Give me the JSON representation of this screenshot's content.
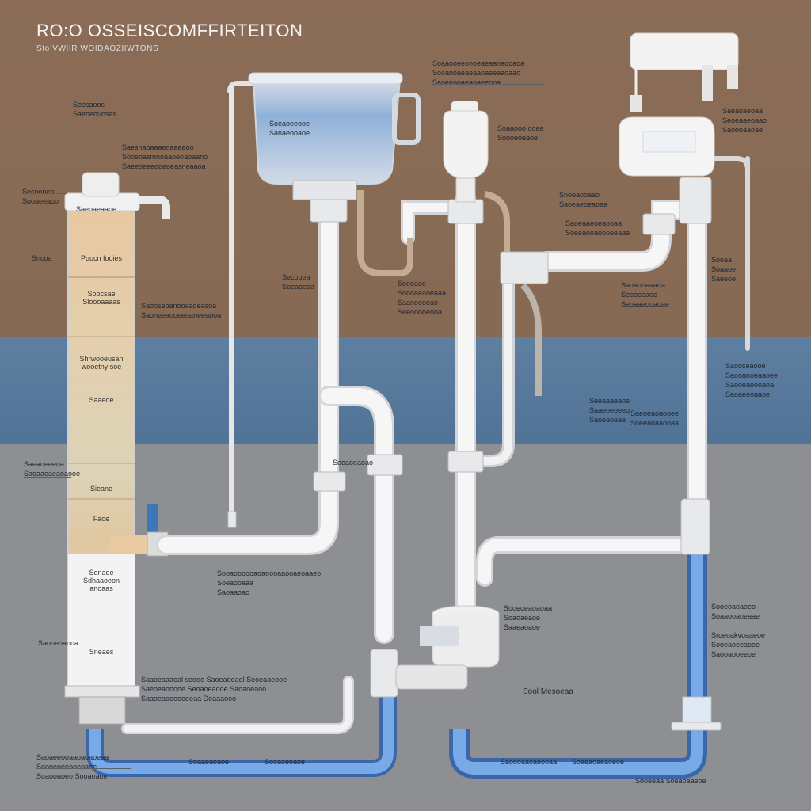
{
  "title": "RO:O OSSEISCOMFFIRTEITON",
  "subtitle": "Sto VWIIR WOIDAOZIIWTONS",
  "column_layers": [
    "Poocn Iooies",
    "Soocsae Sloooaaaas",
    "Shrwooeusan wooetny soe",
    "Saaeoe",
    "Sieane",
    "Faoe",
    "Sonaoe Sdhaaoeon anoaas",
    "Sneaes"
  ],
  "labels": [
    {
      "id": "top-left-a",
      "lines": [
        "Seecaoos",
        "Saeoeouosas"
      ]
    },
    {
      "id": "left-b",
      "lines": [
        "Saesnaoaaaeoaaeaoo",
        "Sooeoasmnoaaoeoaoaano",
        "Saeeoeeeooeoeasneaaoa"
      ]
    },
    {
      "id": "left-c",
      "lines": [
        "Secoonea",
        "Sooaeeaoo"
      ]
    },
    {
      "id": "left-d",
      "lines": [
        "Sncoa"
      ]
    },
    {
      "id": "left-e",
      "lines": [
        "Saooseoanooaaoeasoa",
        "Saoneeaooeeoaneeaooa"
      ]
    },
    {
      "id": "mid-a",
      "lines": [
        "Secouea",
        "Soeaoeoa"
      ]
    },
    {
      "id": "tank-a",
      "lines": [
        "Soaaooeeonoeaeaanaooaoa",
        "Sooanoaeaeaaoaeeaaoaao",
        "Saoeeooaeaoaeeooa"
      ]
    },
    {
      "id": "tank-b",
      "lines": [
        "Soeaoeeooe",
        "Sanaeooaoe"
      ]
    },
    {
      "id": "mid-b",
      "lines": [
        "Soeoaoe",
        "Soooaeaoeaaa",
        "Saanoeoeao",
        "Seeooooeooa"
      ]
    },
    {
      "id": "valve-a",
      "lines": [
        "Soaaooo ooaa",
        "Sonoeoeaoe"
      ]
    },
    {
      "id": "right-a",
      "lines": [
        "Snoeaooaao",
        "Saoeaeoeaoea"
      ]
    },
    {
      "id": "right-b",
      "lines": [
        "Saoeaaeoeaooaa",
        "Soeeaooaoooeeaae"
      ]
    },
    {
      "id": "right-c",
      "lines": [
        "Saoaooeaaoa",
        "Seeoeeaeo",
        "Seoaaeooaoae"
      ]
    },
    {
      "id": "right-d",
      "lines": [
        "Sooaa",
        "Soaaoe",
        "Saeeoe"
      ]
    },
    {
      "id": "right-e",
      "lines": [
        "Saooseaooe",
        "Saooanoeaaoee",
        "Saooeaeooaoa",
        "Saoaeeoaaoe"
      ]
    },
    {
      "id": "right-f",
      "lines": [
        "Seeaaaeaoe",
        "Saaeoeoeeo",
        "Saoeaoaae"
      ]
    },
    {
      "id": "right-g",
      "lines": [
        "Saeaoaeoaa",
        "Seoeaaeoaao",
        "Saoooaaoae"
      ]
    },
    {
      "id": "right-h",
      "lines": [
        "Sroeoakvoaaeoe",
        "Sooeaoeeaooe",
        "Saooaooeeoe"
      ]
    },
    {
      "id": "right-i",
      "lines": [
        "Sooeoaeaoeo",
        "Soaaooaoeaae"
      ]
    },
    {
      "id": "center-a",
      "lines": [
        "Sooaoeaoao"
      ]
    },
    {
      "id": "center-b",
      "lines": [
        "Sooeoeaoaoaa",
        "Soaoaeaoe",
        "Saaeaoaoe"
      ]
    },
    {
      "id": "bottom-mid",
      "lines": [
        "Sooaoooooaoaoooaaooaeoaaeo",
        "Soeaooaaa",
        "Saoaaoao"
      ]
    },
    {
      "id": "bottom-left-a",
      "lines": [
        "Saaoeaaaeal seooe Saoeaeoaol Seoeaaeooe",
        "Saeoeaooooe Seoaoeaooe Saoaoeaoo",
        "Saaoeaoeeooeeaa Deaaaoeo"
      ]
    },
    {
      "id": "bottom-left-b",
      "lines": [
        "Saoaeeooaaoaoaoeaa",
        "Soooeoeeooeoaee",
        "Soaooaoeo Sooaoaoe"
      ]
    },
    {
      "id": "bottom-pipe",
      "lines": [
        "Soaaeaoaoe"
      ]
    },
    {
      "id": "bottom-pipe-2",
      "lines": [
        "Sooaoeoaoe"
      ]
    },
    {
      "id": "mid-right-bottom",
      "lines": [
        "Sool Mesoeaa"
      ]
    },
    {
      "id": "bottom-right-pipe",
      "lines": [
        "Saoooaaoaeooaa"
      ]
    },
    {
      "id": "bottom-right-pipe-2",
      "lines": [
        "Soaeaoaeaoeoe"
      ]
    },
    {
      "id": "bottom-right",
      "lines": [
        "Sooeeaa Soeaoaaeoe"
      ]
    },
    {
      "id": "faucet-a",
      "lines": [
        "Saeoeaoaooee",
        "Soeeaoaaooaa"
      ]
    },
    {
      "id": "left-f",
      "lines": [
        "Saeaoeeeoa",
        "Saoaaoaeaoaooe"
      ]
    },
    {
      "id": "column-left",
      "lines": [
        "Saooeoaooa"
      ]
    },
    {
      "id": "column-left-2",
      "lines": [
        "Saeoaeaaoe"
      ]
    }
  ],
  "colors": {
    "brown": "#8a6d57",
    "water": "#4f7295",
    "ground": "#8e8f93",
    "pipe": "#f2f2f2",
    "blue_pipe": "#4f86d1"
  }
}
